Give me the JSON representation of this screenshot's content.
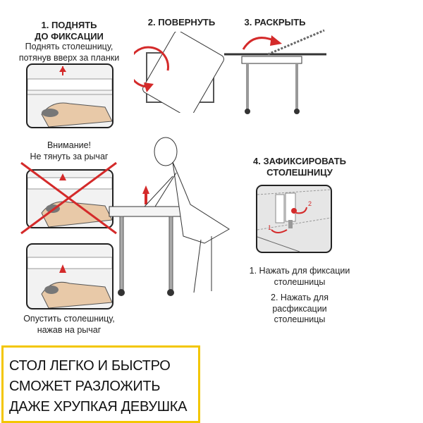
{
  "step1": {
    "title_line1": "1. ПОДНЯТЬ",
    "title_line2": "ДО ФИКСАЦИИ",
    "desc_line1": "Поднять столешницу,",
    "desc_line2": "потянув вверх за планки"
  },
  "warning": {
    "line1": "Внимание!",
    "line2": "Не тянуть за рычаг"
  },
  "lower": {
    "line1": "Опустить столешницу,",
    "line2": "нажав на рычаг"
  },
  "step2": {
    "title": "2. ПОВЕРНУТЬ"
  },
  "step3": {
    "title": "3. РАСКРЫТЬ"
  },
  "step4": {
    "title_line1": "4. ЗАФИКСИРОВАТЬ",
    "title_line2": "СТОЛЕШНИЦУ",
    "marker1": "1",
    "marker2": "2",
    "note1_line1": "1. Нажать для фиксации",
    "note1_line2": "столешницы",
    "note2_line1": "2. Нажать для",
    "note2_line2": "расфиксации",
    "note2_line3": "столешницы"
  },
  "promo": {
    "line1": "СТОЛ ЛЕГКО И БЫСТРО",
    "line2": "СМОЖЕТ РАЗЛОЖИТЬ",
    "line3": "ДАЖЕ ХРУПКАЯ ДЕВУШКА"
  },
  "colors": {
    "accent": "#d42a2a",
    "promo_border": "#f3c600"
  }
}
